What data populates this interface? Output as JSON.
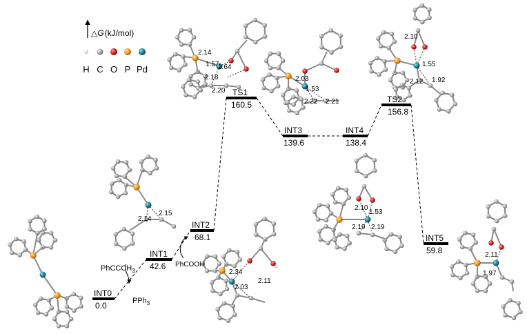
{
  "axis": {
    "label_prefix": "△",
    "label_symbol": "G",
    "label_unit": "(kJ/mol)"
  },
  "legend": {
    "items": [
      {
        "symbol": "H",
        "color": "#c8c8c8"
      },
      {
        "symbol": "C",
        "color": "#9a9a9a"
      },
      {
        "symbol": "O",
        "color": "#d11a1a"
      },
      {
        "symbol": "P",
        "color": "#e8961e"
      },
      {
        "symbol": "Pd",
        "color": "#157a8a"
      }
    ]
  },
  "states": [
    {
      "id": "INT0",
      "label": "INT0",
      "energy": "0.0"
    },
    {
      "id": "INT1",
      "label": "INT1",
      "energy": "42.6"
    },
    {
      "id": "INT2",
      "label": "INT2",
      "energy": "68.1"
    },
    {
      "id": "TS1",
      "label": "TS1",
      "energy": "160.5"
    },
    {
      "id": "INT3",
      "label": "INT3",
      "energy": "139.6"
    },
    {
      "id": "INT4",
      "label": "INT4",
      "energy": "138.4"
    },
    {
      "id": "TS2",
      "label": "TS2",
      "energy": "156.8"
    },
    {
      "id": "INT5",
      "label": "INT5",
      "energy": "59.8"
    }
  ],
  "reagents": {
    "phcc_prefix": "PhCCCH",
    "phcc_sub": "3",
    "pph_prefix": "PPh",
    "pph_sub": "3",
    "phcooh": "PhCOOH"
  },
  "distances": {
    "int1": [
      "2.14",
      "2.15"
    ],
    "ts1": [
      "2.14",
      "1.57",
      "1.64",
      "2.20",
      "2.18"
    ],
    "int2": [
      "2.34",
      "2.03",
      "2.11"
    ],
    "int3": [
      "2.03",
      "1.53",
      "2.22",
      "2.21"
    ],
    "ts2": [
      "2.10",
      "1.55",
      "2.12",
      "1.92"
    ],
    "int4": [
      "2.10",
      "1.53",
      "2.19",
      "2.19"
    ],
    "int5": [
      "2.11",
      "1.97"
    ]
  }
}
